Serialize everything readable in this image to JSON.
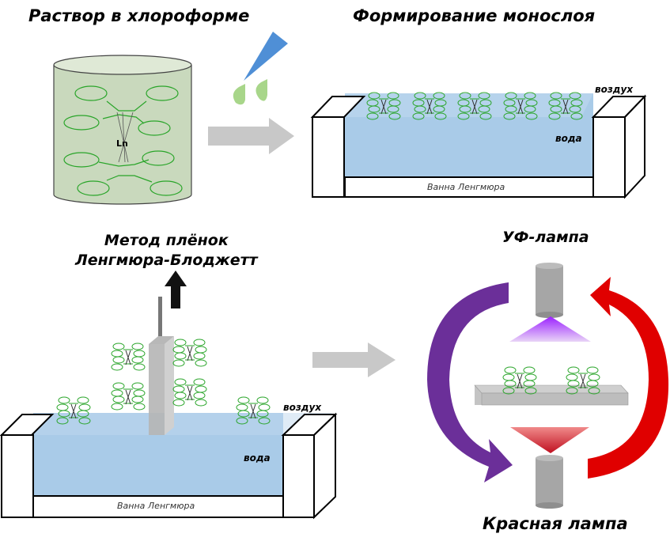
{
  "titles": {
    "solution": "Раствор в хлороформе",
    "monolayer": "Формирование монослоя",
    "lb_line1": "Метод плёнок",
    "lb_line2": "Ленгмюра-Блоджетт",
    "uv_lamp": "УФ-лампа",
    "red_lamp": "Красная лампа"
  },
  "labels": {
    "metal": "Ln",
    "air": "воздух",
    "water": "вода",
    "bath": "Ванна Ленгмюра"
  },
  "colors": {
    "solution_fill": "#c9d9bd",
    "water": "#a9cbe8",
    "molecule": "#2aa52a",
    "pipette": "#4f8fd6",
    "drops": "#a8d68a",
    "process_arrow": "#c8c8c8",
    "uv_arrow": "#6b2f99",
    "red_arrow": "#e00000",
    "uv_light": "#9b30ff",
    "red_light": "#e05050",
    "lamp": "#a6a6a6"
  }
}
